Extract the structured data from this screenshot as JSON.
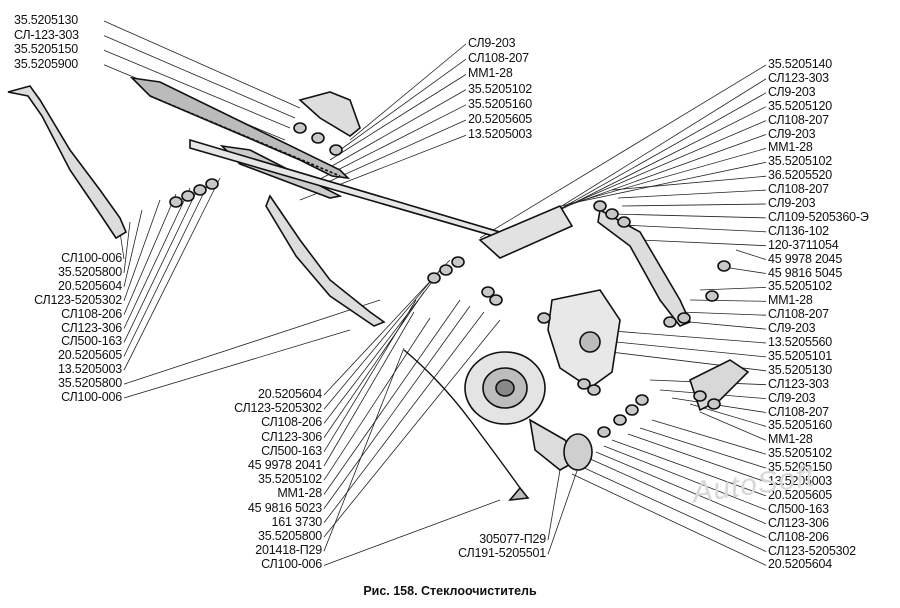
{
  "watermark": "AutoSoft",
  "caption": "Рис. 158. Стеклоочиститель",
  "labels_top_left": [
    "35.5205130",
    "СЛ-123-303",
    "35.5205150",
    "35.5205900"
  ],
  "labels_top_center": [
    "СЛ9-203",
    "СЛ108-207",
    "ММ1-28",
    "35.5205102",
    "35.5205160",
    "20.5205605",
    "13.5205003"
  ],
  "labels_right": [
    "35.5205140",
    "СЛ123-303",
    "СЛ9-203",
    "35.5205120",
    "СЛ108-207",
    "СЛ9-203",
    "ММ1-28",
    "35.5205102",
    "36.5205520",
    "СЛ108-207",
    "СЛ9-203",
    "СЛ109-5205360-Э",
    "СЛ136-102",
    "120-3711054",
    "45 9978 2045",
    "45 9816 5045",
    "35.5205102",
    "ММ1-28",
    "СЛ108-207",
    "СЛ9-203",
    "13.5205560",
    "35.5205101",
    "35.5205130",
    "СЛ123-303",
    "СЛ9-203",
    "СЛ108-207",
    "35.5205160",
    "ММ1-28",
    "35.5205102",
    "35.5205150",
    "13.5205003",
    "20.5205605",
    "СЛ500-163",
    "СЛ123-306",
    "СЛ108-206",
    "СЛ123-5205302",
    "20.5205604"
  ],
  "labels_left_mid": [
    "СЛ100-006",
    "35.5205800",
    "20.5205604",
    "СЛ123-5205302",
    "СЛ108-206",
    "СЛ123-306",
    "СЛ500-163",
    "20.5205605",
    "13.5205003",
    "35.5205800",
    "СЛ100-006"
  ],
  "labels_bottom_left": [
    "20.5205604",
    "СЛ123-5205302",
    "СЛ108-206",
    "СЛ123-306",
    "СЛ500-163",
    "45 9978 2041",
    "35.5205102",
    "ММ1-28",
    "45 9816 5023",
    "161 3730",
    "35.5205800",
    "201418-П29",
    "СЛ100-006"
  ],
  "labels_bottom_center": [
    "305077-П29",
    "СЛ191-5205501"
  ]
}
